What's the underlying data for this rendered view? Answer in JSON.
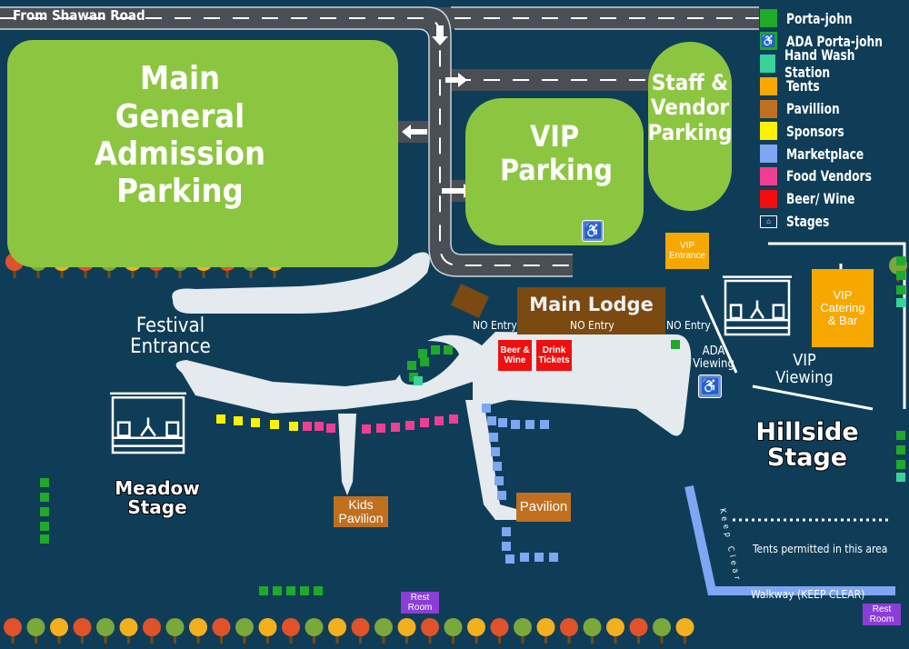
{
  "title_road": "From Shawan Road",
  "lots": {
    "general": "Main General Admission Parking",
    "vip": "VIP Parking",
    "staff": "Staff & Vendor Parking"
  },
  "legend": [
    {
      "label": "Porta-john",
      "color": "#1faa2a",
      "icon": "square"
    },
    {
      "label": "ADA Porta-john",
      "color": "#1faa2a",
      "icon": "wheelchair-icon"
    },
    {
      "label": "Hand Wash Station",
      "color": "#37d39a",
      "icon": "square"
    },
    {
      "label": "Tents",
      "color": "#f7a800",
      "icon": "square"
    },
    {
      "label": "Pavillion",
      "color": "#c06f1f",
      "icon": "square"
    },
    {
      "label": "Sponsors",
      "color": "#fff200",
      "icon": "square"
    },
    {
      "label": "Marketplace",
      "color": "#7ea6f2",
      "icon": "square"
    },
    {
      "label": "Food Vendors",
      "color": "#ef3f93",
      "icon": "square"
    },
    {
      "label": "Beer/ Wine",
      "color": "#f10e0e",
      "icon": "square"
    },
    {
      "label": "Stages",
      "color": "#ffffff",
      "icon": "stage-icon"
    }
  ],
  "labels": {
    "festival_entrance": "Festival Entrance",
    "main_lodge": "Main Lodge",
    "no_entry_left": "NO Entry",
    "no_entry_center": "NO Entry",
    "no_entry_right": "NO Entry",
    "beer_wine": "Beer & Wine",
    "drink_tickets": "Drink Tickets",
    "vip_entrance": "VIP Entrance",
    "ada_viewing": "ADA Viewing",
    "vip_catering": "VIP Catering & Bar",
    "vip_viewing": "VIP Viewing",
    "hillside_stage": "Hillside Stage",
    "meadow_stage": "Meadow Stage",
    "kids_pavilion": "Kids Pavilion",
    "pavilion": "Pavilion",
    "tents_area": "Tents permitted in this area",
    "walkway": "Walkway (KEEP CLEAR)",
    "keep_clear": "Keep Clear",
    "rest_room_left": "Rest Room",
    "rest_room_right": "Rest Room"
  },
  "colors": {
    "background": "#0f3d58",
    "parking": "#8cc640",
    "path": "#e4eaee",
    "road": "#4a4f55"
  }
}
